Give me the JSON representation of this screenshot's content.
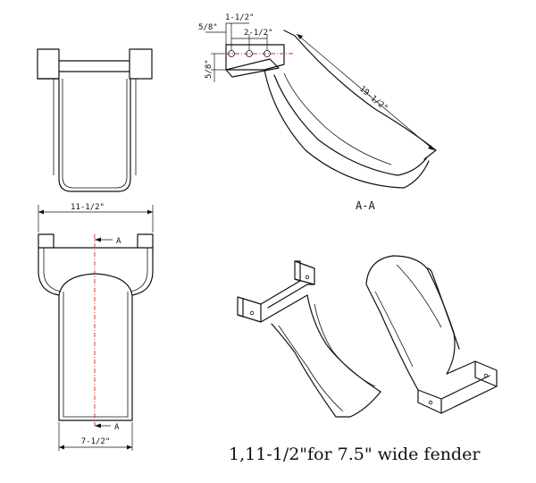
{
  "dimensions": {
    "top_width": "11-1/2\"",
    "bottom_width": "7-1/2\"",
    "section_length": "19-1/2\"",
    "hole_offset": "5/8\"",
    "hole_spacing_1": "1-1/2\"",
    "hole_spacing_2": "2-1/2\"",
    "hole_height": "5/8\""
  },
  "section": {
    "marker_top": "A",
    "marker_bottom": "A",
    "label": "A-A"
  },
  "caption": "1,11-1/2\"for 7.5\" wide fender",
  "colors": {
    "line": "#111111",
    "centerline": "#dd2222"
  }
}
